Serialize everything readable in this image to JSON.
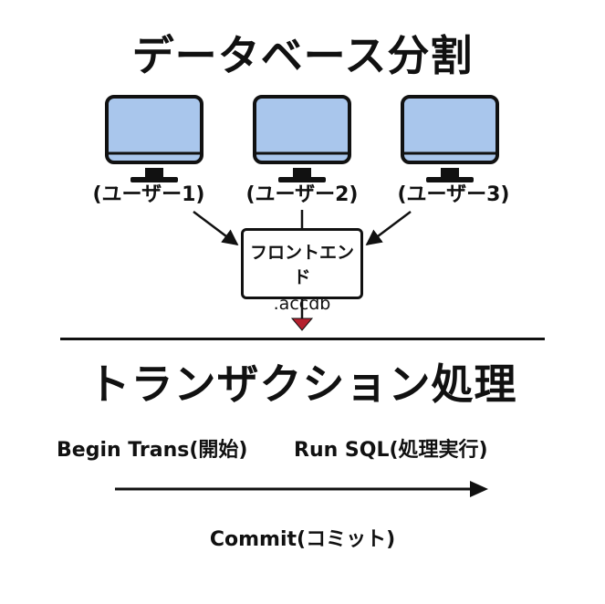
{
  "diagram": {
    "title_top": "データベース分割",
    "users": [
      "(ユーザー1)",
      "(ユーザー2)",
      "(ユーザー3)"
    ],
    "frontend": {
      "name": "フロントエンド",
      "file": ".accdb"
    },
    "title_bottom": "トランザクション処理",
    "steps": {
      "begin": "Begin Trans(開始)",
      "run": "Run SQL(処理実行)",
      "commit": "Commit(コミット)"
    },
    "colors": {
      "screen": "#a9c6ec",
      "outline": "#111111",
      "arrow_accent": "#b5202e"
    },
    "icons": [
      "monitor-icon"
    ]
  }
}
